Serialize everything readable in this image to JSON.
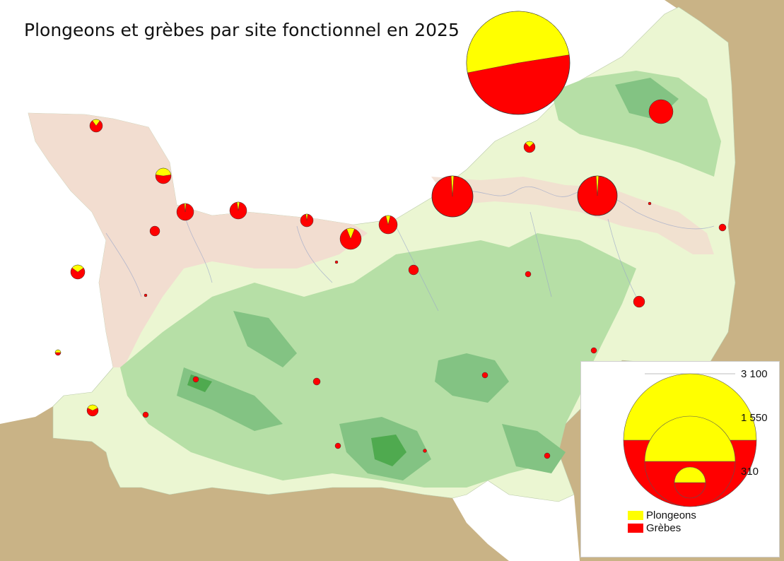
{
  "title": "Plongeons et grèbes par site fonctionnel en 2025",
  "colors": {
    "plongeons": "#FFFF00",
    "grebes": "#FF0000",
    "sea": "#FFFFFF",
    "outside_land": "#C9B386",
    "lowland": "#F2DDD0",
    "plain": "#EBF6D2",
    "hills": "#B6DFA6",
    "uplands": "#83C383",
    "peaks": "#4FAA4F"
  },
  "legend": {
    "scale_values": [
      "3 100",
      "1 550",
      "310"
    ],
    "entries": [
      {
        "label": "Plongeons",
        "color": "#FFFF00"
      },
      {
        "label": "Grèbes",
        "color": "#FF0000"
      }
    ]
  }
}
